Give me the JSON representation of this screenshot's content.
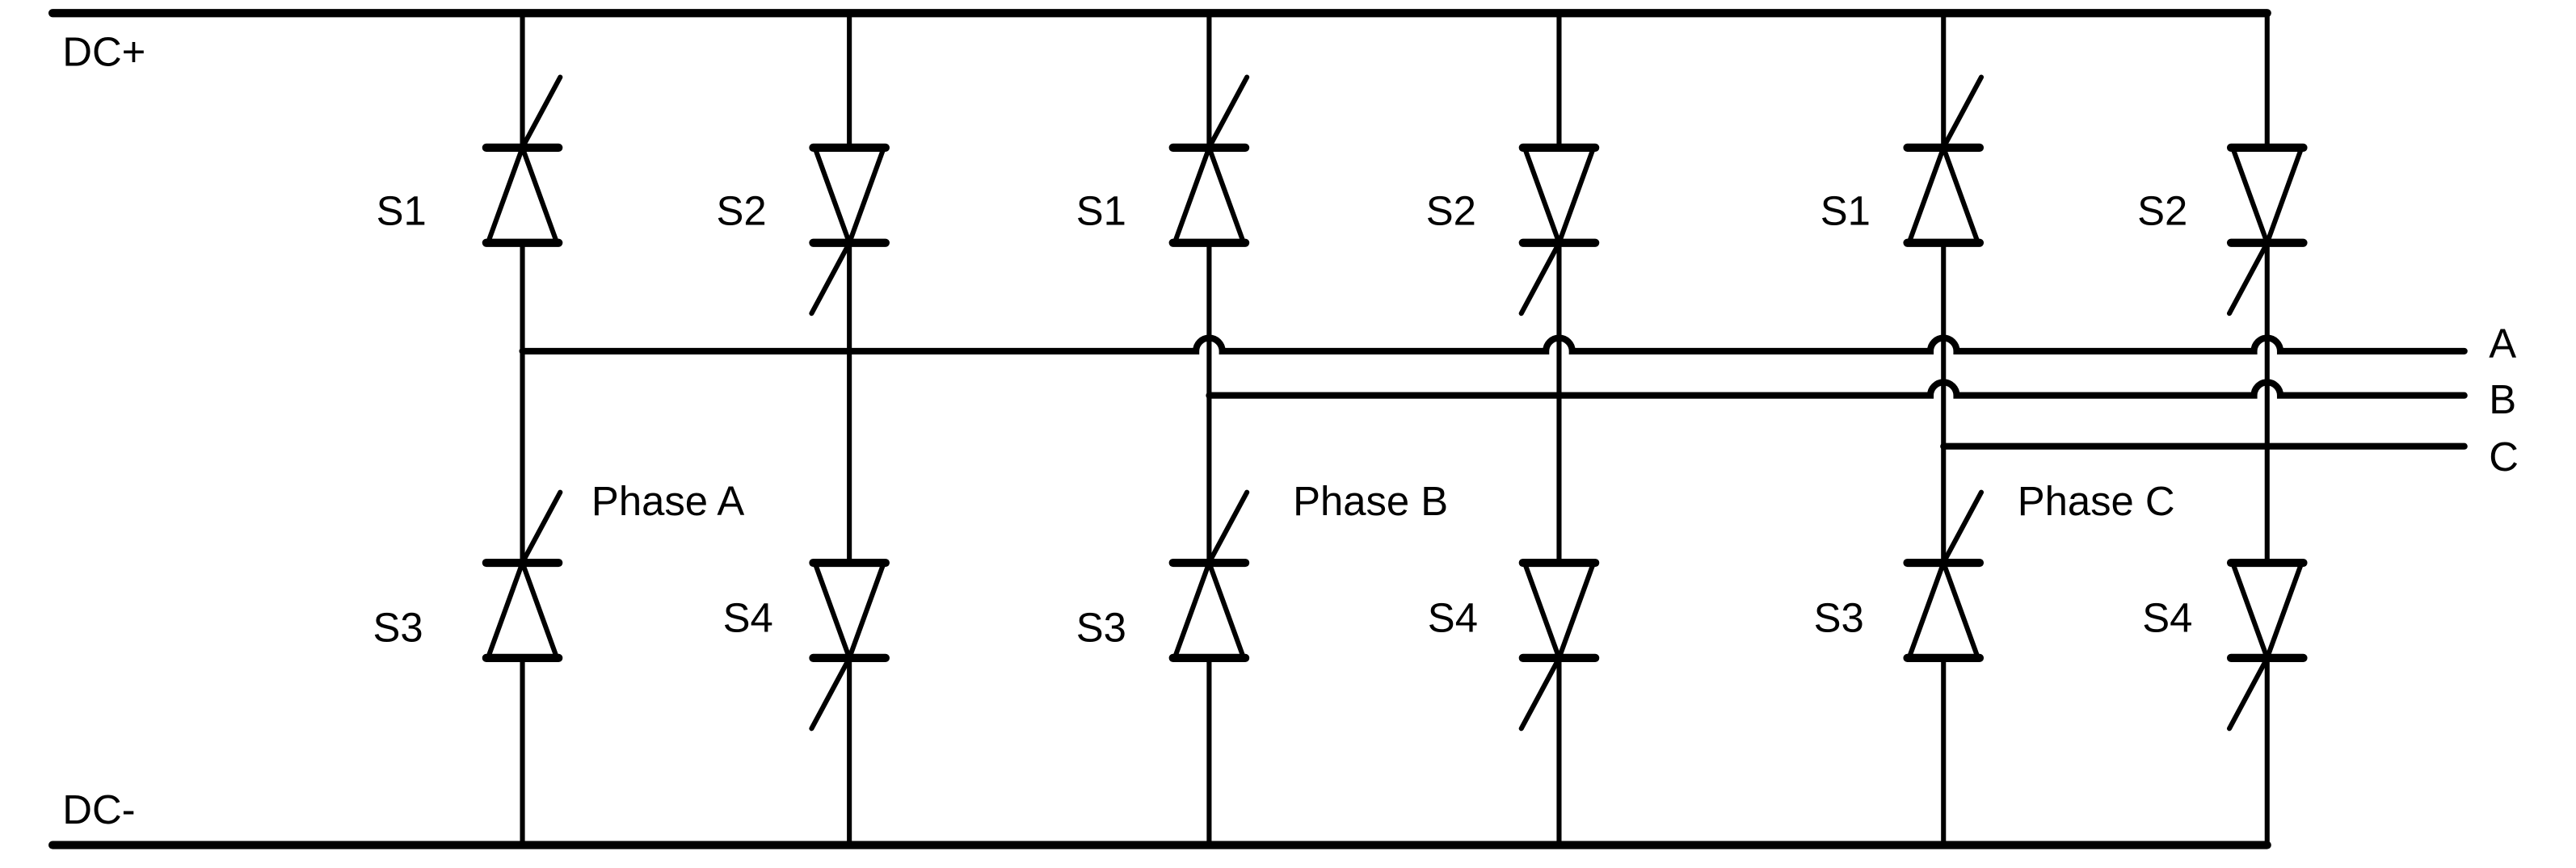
{
  "diagram": {
    "rails": {
      "positive": "DC+",
      "negative": "DC-"
    },
    "phases": [
      {
        "name": "Phase A",
        "output": "A",
        "switches": {
          "upper_left": "S1",
          "upper_right": "S2",
          "lower_left": "S3",
          "lower_right": "S4"
        }
      },
      {
        "name": "Phase B",
        "output": "B",
        "switches": {
          "upper_left": "S1",
          "upper_right": "S2",
          "lower_left": "S3",
          "lower_right": "S4"
        }
      },
      {
        "name": "Phase C",
        "output": "C",
        "switches": {
          "upper_left": "S1",
          "upper_right": "S2",
          "lower_left": "S3",
          "lower_right": "S4"
        }
      }
    ],
    "component_type": "thyristor"
  }
}
